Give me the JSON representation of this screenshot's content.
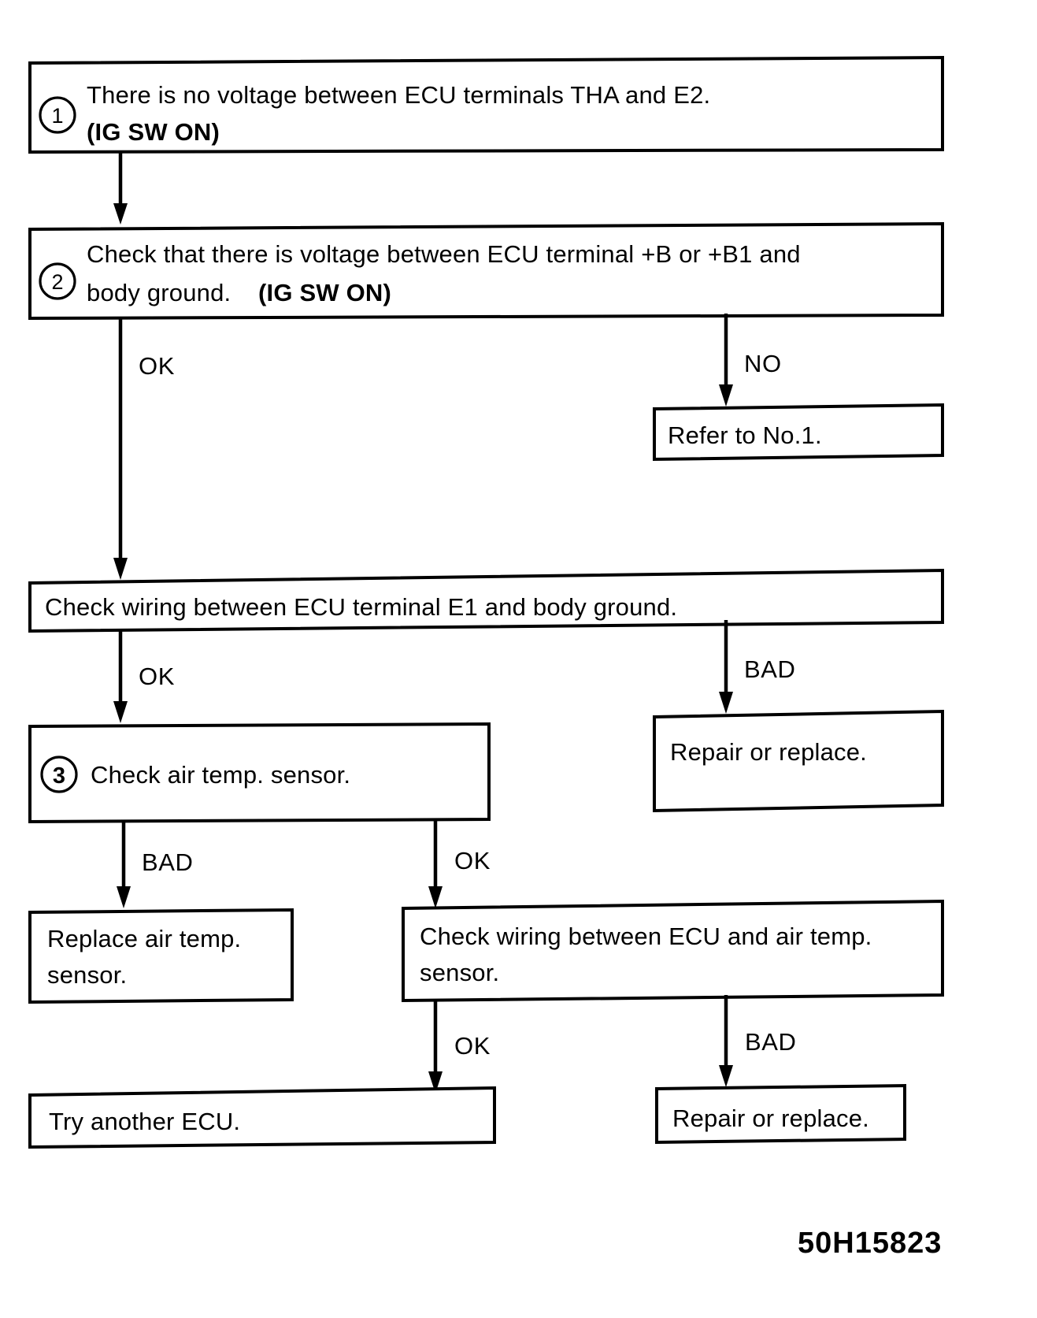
{
  "diagram": {
    "title_code": "50H15823",
    "nodes": [
      {
        "id": "node-1",
        "marker": "1",
        "lines": [
          {
            "text": "There is no voltage between ECU terminals THA and E2.",
            "bold": false
          },
          {
            "text": "(IG SW ON)",
            "bold": true
          }
        ]
      },
      {
        "id": "node-2",
        "marker": "2",
        "lines": [
          {
            "text": "Check that there is voltage between ECU terminal +B or +B1 and",
            "bold": false
          },
          {
            "text_normal": "body ground. ",
            "text_bold": "(IG SW ON)",
            "bold": false
          }
        ]
      },
      {
        "id": "node-refer-no1",
        "marker": "",
        "lines": [
          {
            "text": "Refer to No.1.",
            "bold": false
          }
        ]
      },
      {
        "id": "node-check-e1-wiring",
        "marker": "",
        "lines": [
          {
            "text": "Check wiring between ECU terminal E1 and body ground.",
            "bold": false
          }
        ]
      },
      {
        "id": "node-repair-replace-1",
        "marker": "",
        "lines": [
          {
            "text": "Repair or replace.",
            "bold": false
          }
        ]
      },
      {
        "id": "node-3",
        "marker": "3",
        "lines": [
          {
            "text": "Check air temp. sensor.",
            "bold": false
          }
        ]
      },
      {
        "id": "node-replace-sensor",
        "marker": "",
        "lines": [
          {
            "text": "Replace air temp.",
            "bold": false
          },
          {
            "text": "sensor.",
            "bold": false
          }
        ]
      },
      {
        "id": "node-check-sensor-wiring",
        "marker": "",
        "lines": [
          {
            "text": "Check wiring between ECU and air temp.",
            "bold": false
          },
          {
            "text": "sensor.",
            "bold": false
          }
        ]
      },
      {
        "id": "node-try-another-ecu",
        "marker": "",
        "lines": [
          {
            "text": "Try another ECU.",
            "bold": false
          }
        ]
      },
      {
        "id": "node-repair-replace-2",
        "marker": "",
        "lines": [
          {
            "text": "Repair or replace.",
            "bold": false
          }
        ]
      }
    ],
    "edge_labels": {
      "e1_ok": "OK",
      "e1_no": "NO",
      "e2_ok": "OK",
      "e2_bad": "BAD",
      "e3_bad": "BAD",
      "e3_ok": "OK",
      "e4_ok": "OK",
      "e4_bad": "BAD"
    },
    "text": {
      "node1_line1": "There is no voltage between ECU terminals THA and E2.",
      "node1_line2": "(IG SW ON)",
      "node1_marker": "1",
      "node2_line1": "Check that there is voltage between ECU terminal +B or +B1 and",
      "node2_line2a": "body ground.",
      "node2_line2b": "(IG SW ON)",
      "node2_marker": "2",
      "refer_no1": "Refer to No.1.",
      "check_e1_wiring": "Check wiring between ECU terminal E1 and body ground.",
      "repair_replace_1": "Repair or replace.",
      "node3_marker": "3",
      "check_air_temp_sensor": "Check air temp. sensor.",
      "replace_sensor_l1": "Replace air temp.",
      "replace_sensor_l2": "sensor.",
      "check_sensor_wiring_l1": "Check wiring between ECU and air temp.",
      "check_sensor_wiring_l2": "sensor.",
      "try_another_ecu": "Try another ECU.",
      "repair_replace_2": "Repair or replace.",
      "figure_code": "50H15823"
    },
    "colors": {
      "ink": "#000000",
      "paper": "#ffffff"
    }
  }
}
